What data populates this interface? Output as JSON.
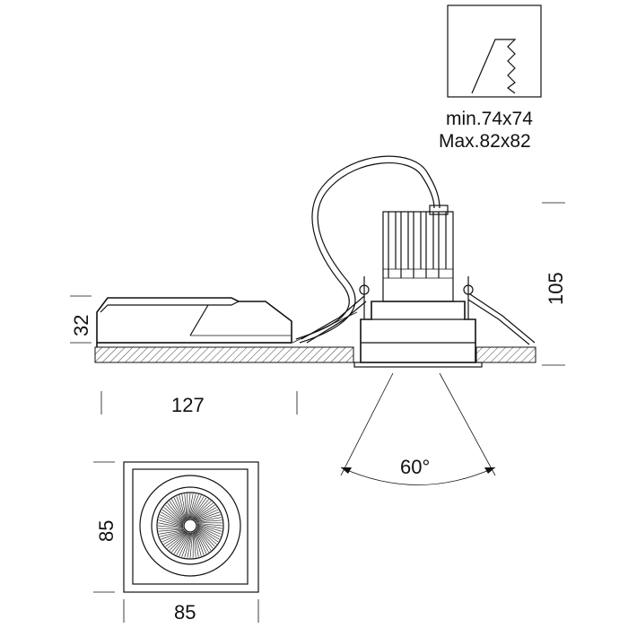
{
  "cutout": {
    "min_label": "min.74x74",
    "max_label": "Max.82x82"
  },
  "dimensions": {
    "driver_width": "127",
    "driver_height": "32",
    "fixture_height": "105",
    "beam_angle": "60°",
    "front_width": "85",
    "front_height": "85"
  }
}
